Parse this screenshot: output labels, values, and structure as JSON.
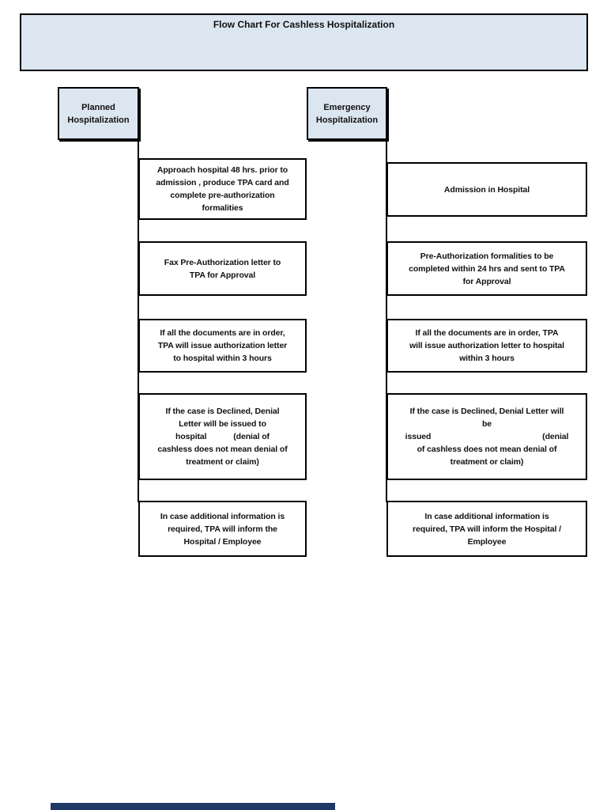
{
  "page": {
    "title": "Flow Chart For Cashless Hospitalization"
  },
  "colors": {
    "box_fill": "#dce6f1",
    "border": "#000000",
    "footer_bar": "#1f3864"
  },
  "columns": [
    {
      "id": "planned",
      "header": "Planned\nHospitalization",
      "steps": [
        "Approach hospital 48 hrs. prior to\nadmission , produce TPA card and\ncomplete pre-authorization\nformalities",
        "Fax Pre-Authorization letter to\nTPA for Approval",
        "If all the documents are in order,\nTPA will issue authorization letter\nto hospital within 3 hours",
        "If the case is Declined, Denial\nLetter will be issued to\nhospital            (denial of\ncashless does not mean denial of\ntreatment or claim)",
        "In case additional information is\nrequired, TPA will inform the\nHospital / Employee"
      ]
    },
    {
      "id": "emergency",
      "header": "Emergency\nHospitalization",
      "steps": [
        "Admission in Hospital",
        "Pre-Authorization formalities to be\ncompleted within 24 hrs and sent to TPA\nfor Approval",
        "If all the documents are in order, TPA\nwill issue authorization letter to hospital\nwithin 3 hours",
        "If the case is Declined, Denial Letter will\nbe\nissued                                                  (denial\nof cashless does not mean denial of\ntreatment or claim)",
        "In case additional information is\nrequired, TPA will inform the Hospital /\nEmployee"
      ]
    }
  ]
}
